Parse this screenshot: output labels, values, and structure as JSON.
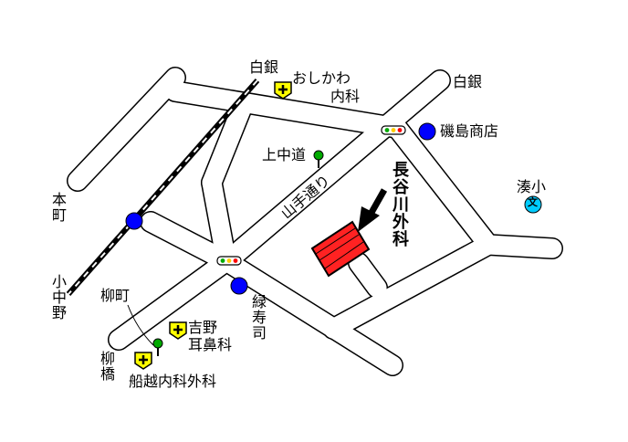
{
  "labels": {
    "hakugin_top": "白銀",
    "oshikawa_name": "おしかわ",
    "oshikawa_dept": "内科",
    "hakugin_right": "白銀",
    "isoshima": "磯島商店",
    "kaminakamichi": "上中道",
    "yamate_dori": "山手通り",
    "hasegawa": "長谷川外科",
    "minato": "湊小",
    "school_mark": "文",
    "honmachi": "本町",
    "konakano": "小中野",
    "yanagimachi": "柳町",
    "yoshino_name": "吉野",
    "yoshino_dept": "耳鼻科",
    "midori_sushi": "緑寿司",
    "yanagibashi": "柳橋",
    "funakoshi": "船越内科外科"
  },
  "icons": [
    "clinic-cross-icon",
    "tree-icon",
    "traffic-signal-icon",
    "store-dot-icon",
    "school-icon",
    "destination-arrow-icon"
  ],
  "colors": {
    "road_fill": "#ffffff",
    "road_outline": "#000000",
    "clinic_yellow": "#ffff00",
    "store_blue": "#0000ff",
    "tree_green": "#00aa00",
    "destination_red": "#ff2222",
    "school_cyan": "#00ccff"
  }
}
